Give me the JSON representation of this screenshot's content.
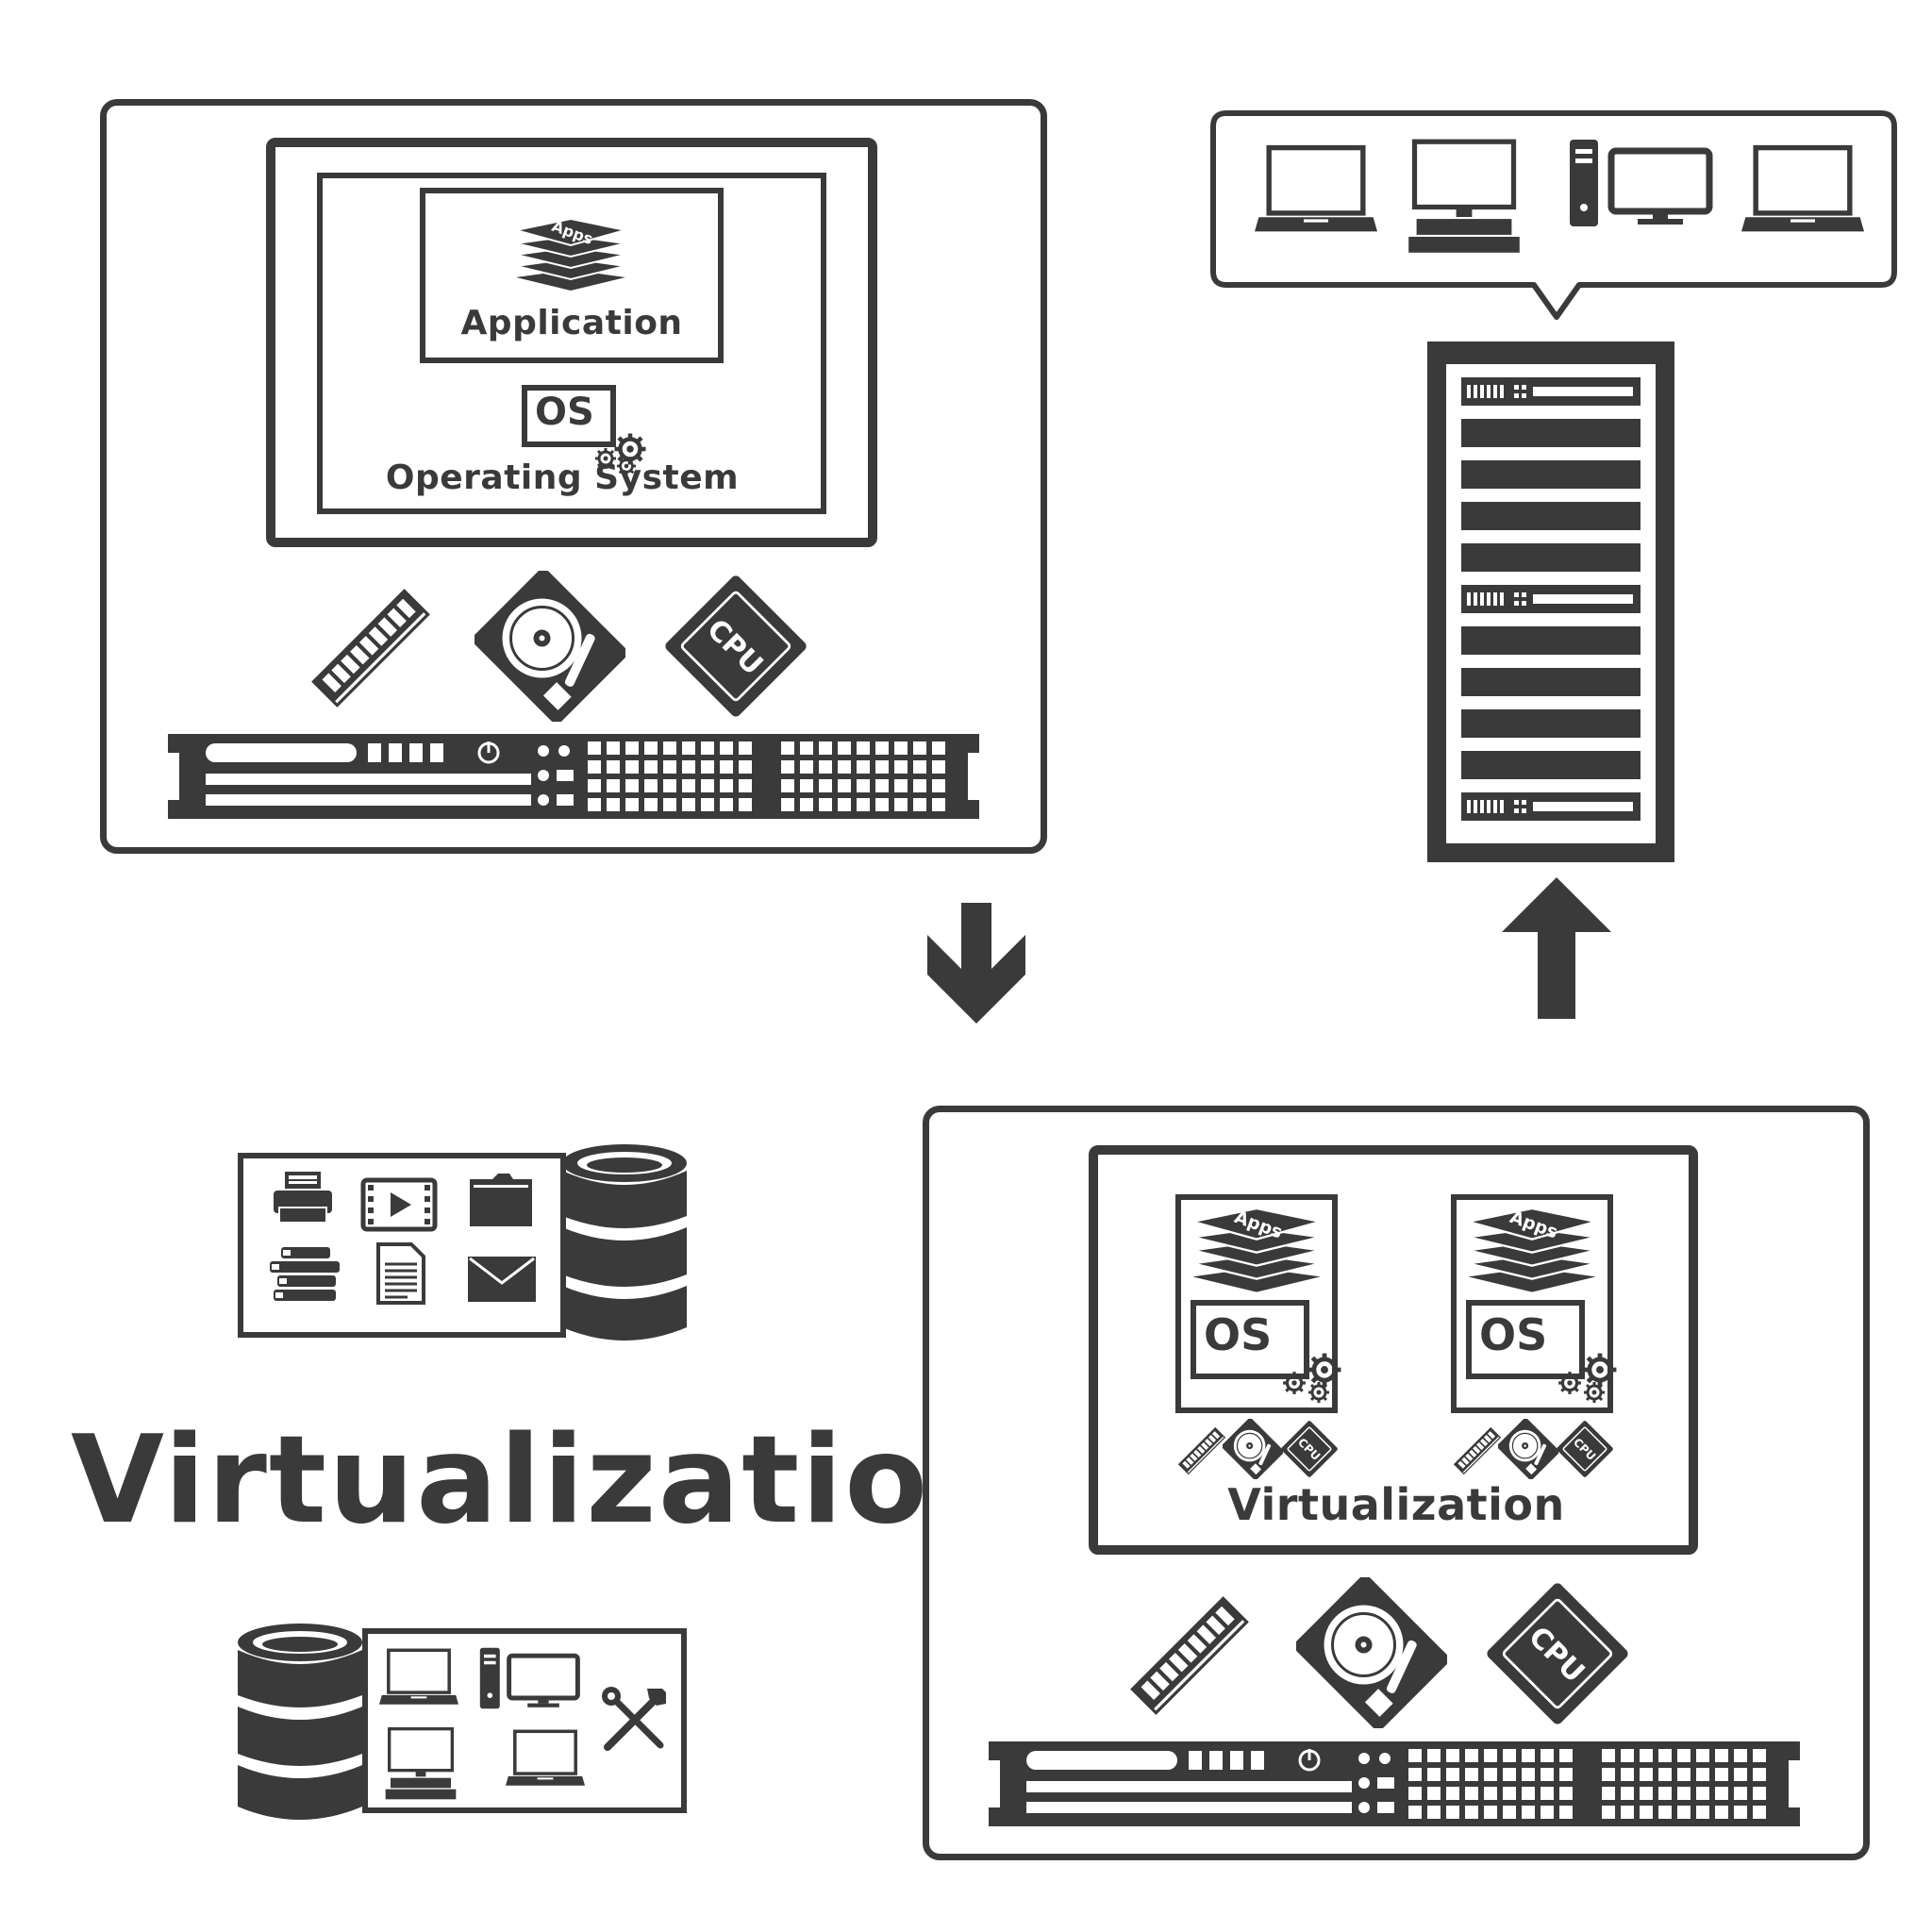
{
  "physical_server": {
    "apps_icon_text": "Apps",
    "application_label": "Application",
    "os_icon_text": "OS",
    "os_label": "Operating System",
    "cpu_text": "CPU"
  },
  "virtual_server": {
    "vm1": {
      "apps_icon_text": "Apps",
      "os_icon_text": "OS",
      "cpu_text": "CPU"
    },
    "vm2": {
      "apps_icon_text": "Apps",
      "os_icon_text": "OS",
      "cpu_text": "CPU"
    },
    "virtualization_label": "Virtualization",
    "cpu_text": "CPU"
  },
  "main_title": "Virtualization",
  "colors": {
    "ink": "#3a3a3a",
    "background": "#ffffff"
  }
}
